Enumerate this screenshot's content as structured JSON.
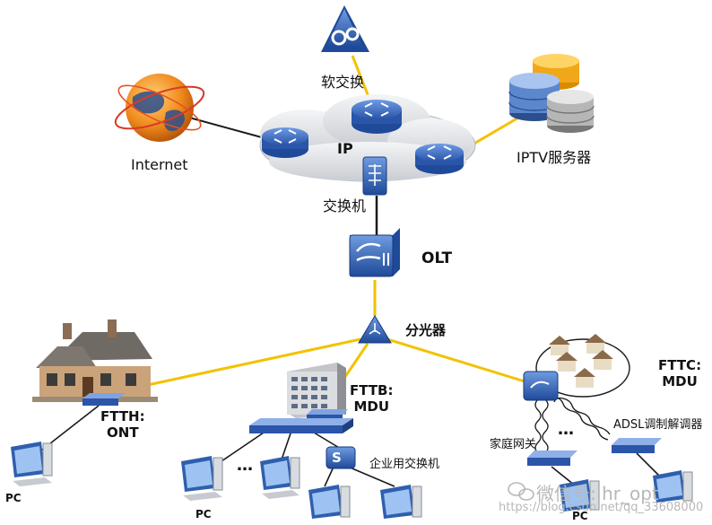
{
  "labels": {
    "softswitch": "软交换",
    "ip": "IP",
    "internet": "Internet",
    "iptv_server": "IPTV服务器",
    "switch": "交换机",
    "olt": "OLT",
    "splitter": "分光器",
    "ftth": "FTTH:\nONT",
    "fttb": "FTTB:\nMDU",
    "fttc": "FTTC:\nMDU",
    "adsl_modem": "ADSL调制解调器",
    "home_gateway": "家庭网关",
    "enterprise_switch": "企业用交换机",
    "pc_left": "PC",
    "pc_middle": "PC",
    "pc_right": "PC",
    "ellipsis_middle": "…",
    "ellipsis_right": "…",
    "switch_glyph": "S"
  },
  "watermark": {
    "wechat_id": "微信号: hr_opt",
    "url": "https://blog.csdn.net/qq_33608000"
  },
  "colors": {
    "fiber": "#f2c200",
    "copper": "#1a1a1a",
    "device_blue": "#2f5fae",
    "cloud": "#dadde2",
    "router": "#3c6ec7",
    "softswitch": "#2e5aa6"
  }
}
